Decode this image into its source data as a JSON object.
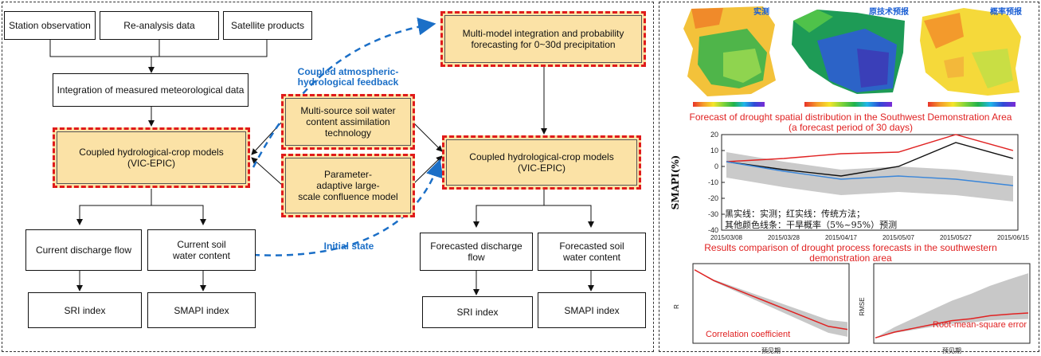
{
  "left": {
    "sources": [
      "Station observation",
      "Re-analysis data",
      "Satellite products"
    ],
    "integration": "Integration of measured meteorological data",
    "coupled_left": "Coupled hydrological-crop models\n(VIC-EPIC)",
    "soil_assim": "Multi-source soil water\ncontent  assimilation\ntechnology",
    "param_model": "Parameter-\nadaptive large-\nscale confluence model",
    "current_discharge": "Current discharge flow",
    "current_soil": "Current soil\nwater content",
    "sri_left": "SRI index",
    "smapi_left": "SMAPI index",
    "multi_model": "Multi-model integration and probability\nforecasting for 0~30d precipitation",
    "coupled_right": "Coupled hydrological-crop models\n(VIC-EPIC)",
    "forecast_discharge": "Forecasted discharge flow",
    "forecast_soil": "Forecasted soil\nwater content",
    "sri_right": "SRI index",
    "smapi_right": "SMAPI index",
    "feedback_label": "Coupled atmospheric-\nhydrological feedback",
    "initial_state_label": "Initial state"
  },
  "right": {
    "map_titles": [
      "实测",
      "原技术预报",
      "概率预报"
    ],
    "map_caption": "Forecast of drought spatial distribution in the Southwest Demonstration Area\n(a forecast period of 30 days)",
    "chart_caption": "Results comparison of drought process forecasts in the southwestern\ndemonstration area",
    "legend_line1": "黑实线：实测；红实线：传统方法；",
    "legend_line2": "其他颜色线条：干旱概率（5%~95%）预测",
    "ylabel": "SMAPI(%)",
    "x_dates": [
      "2015/03/08",
      "2015/03/28",
      "2015/04/17",
      "2015/05/07",
      "2015/05/27",
      "2015/06/15"
    ],
    "y_ticks": [
      "20",
      "10",
      "0",
      "-10",
      "-20",
      "-30",
      "-40"
    ],
    "corr_label": "Correlation coefficient",
    "rmse_label": "Root-mean-square error",
    "small_xlabel": "预见期",
    "r_axis": "R",
    "rmse_axis": "RMSE"
  },
  "chart_data": [
    {
      "type": "line",
      "title": "Results comparison of drought process forecasts in the southwestern demonstration area",
      "ylabel": "SMAPI(%)",
      "x": [
        "2015/03/08",
        "2015/03/28",
        "2015/04/17",
        "2015/05/07",
        "2015/05/27",
        "2015/06/15"
      ],
      "ylim": [
        -40,
        20
      ],
      "series": [
        {
          "name": "实测",
          "values": [
            3,
            -2,
            -6,
            0,
            15,
            5
          ]
        },
        {
          "name": "传统方法",
          "values": [
            3,
            5,
            8,
            9,
            20,
            10
          ]
        },
        {
          "name": "干旱概率（5%~95%）预测",
          "values": [
            3,
            -3,
            -8,
            -6,
            -8,
            -12
          ]
        }
      ]
    },
    {
      "type": "area",
      "ylabel": "R",
      "xlabel": "预见期",
      "ylim": [
        0.5,
        1
      ],
      "series": [
        {
          "name": "Correlation coefficient",
          "values": [
            0.97,
            0.9,
            0.85,
            0.8,
            0.75,
            0.7,
            0.65,
            0.6,
            0.58
          ]
        }
      ]
    },
    {
      "type": "area",
      "ylabel": "RMSE",
      "xlabel": "预见期",
      "ylim": [
        0,
        20
      ],
      "series": [
        {
          "name": "Root-mean-square error",
          "values": [
            1,
            2.5,
            3.5,
            4.5,
            5.5,
            6,
            6.8,
            7.2,
            7.5
          ]
        }
      ]
    }
  ]
}
